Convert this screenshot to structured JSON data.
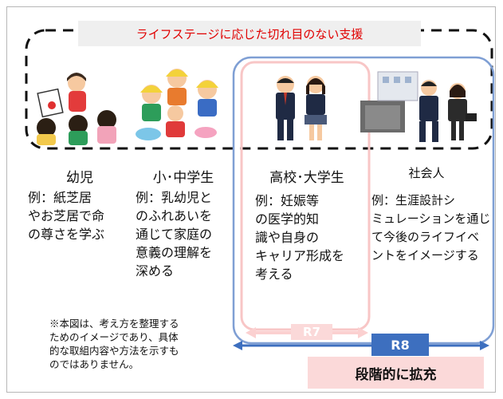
{
  "banner": {
    "title": "ライフステージに応じた切れ目のない支援"
  },
  "stages": [
    {
      "name": "幼児",
      "description_lines": [
        "例：紙芝居",
        "やお芝居で命",
        "の尊さを学ぶ"
      ]
    },
    {
      "name": "小･中学生",
      "description_lines": [
        "例：乳幼児と",
        "のふれあいを",
        "通じて家庭の",
        "意義の理解を",
        "深める"
      ]
    },
    {
      "name": "高校･大学生",
      "description_lines": [
        "例：妊娠等",
        "の医学的知",
        "識や自身の",
        "キャリア形成を",
        "考える"
      ]
    },
    {
      "name": "社会人",
      "description_lines": [
        "例：生涯設計シ",
        "ミュレーションを通じ",
        "て今後のライフイベ",
        "ントをイメージする"
      ]
    }
  ],
  "note_lines": [
    "※本図は、考え方を整理する",
    "ためのイメージであり、具体",
    "的な取組内容や方法を示すも",
    "のではありません。"
  ],
  "markers": {
    "r7": "R7",
    "r8": "R8",
    "expansion": "段階的に拡充"
  },
  "colors": {
    "banner_text": "#e00000",
    "r7_pink": "#f8c6c6",
    "r8_blue": "#3d6fbf",
    "blue_outline": "#7f9fd4",
    "expansion_bg": "#fbd9d9"
  }
}
